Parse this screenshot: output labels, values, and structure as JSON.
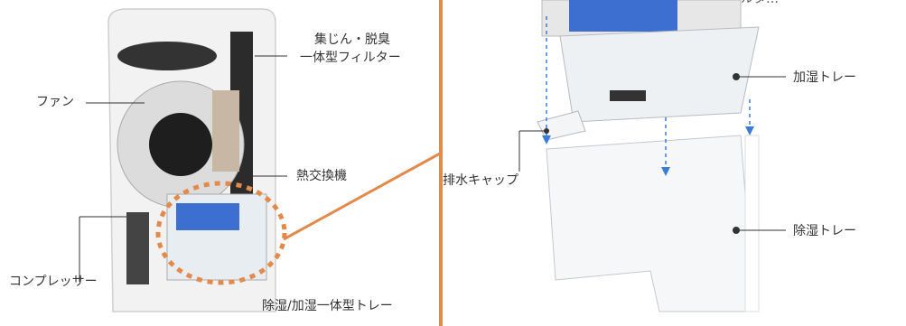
{
  "left": {
    "labels": {
      "filter_line1": "集じん・脱臭",
      "filter_line2": "一体型フィルター",
      "fan": "ファン",
      "heat_exchanger": "熱交換機",
      "compressor": "コンプレッサー",
      "tray": "除湿/加湿一体型トレー"
    }
  },
  "right": {
    "labels": {
      "top_partial": "ルタ…",
      "humidify_tray": "加湿トレー",
      "drain_cap": "排水キャップ",
      "dehumidify_tray": "除湿トレー"
    }
  },
  "colors": {
    "accent_orange": "#e3894a",
    "leader_line": "#333333",
    "dashed_arrow": "#3a7bd5",
    "filter_blue": "#3d6fd1"
  }
}
